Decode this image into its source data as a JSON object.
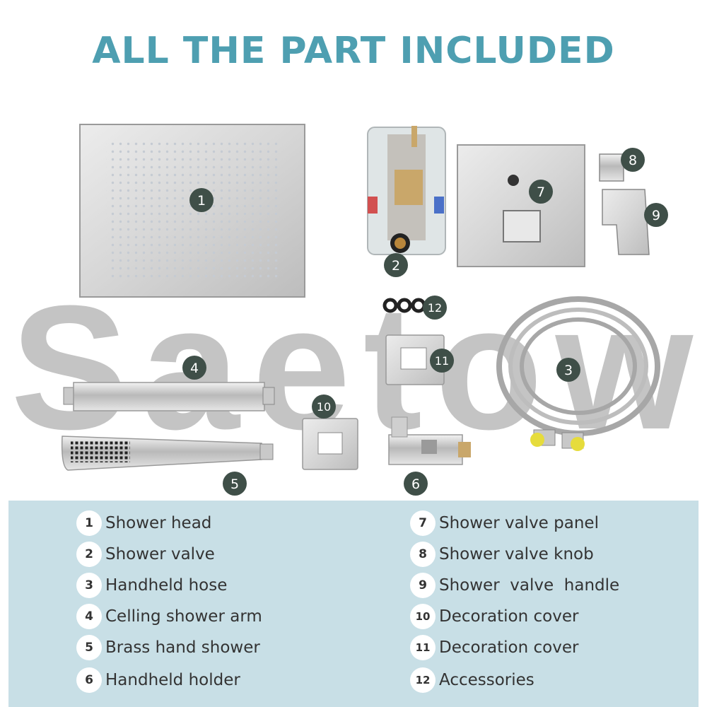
{
  "title": "ALL THE PART INCLUDED",
  "watermark": "Saetow",
  "callouts": [
    "1",
    "2",
    "3",
    "4",
    "5",
    "6",
    "7",
    "8",
    "9",
    "10",
    "11",
    "12"
  ],
  "legend": {
    "left": [
      {
        "num": "1",
        "label": "Shower head"
      },
      {
        "num": "2",
        "label": "Shower valve"
      },
      {
        "num": "3",
        "label": "Handheld hose"
      },
      {
        "num": "4",
        "label": "Celling shower arm"
      },
      {
        "num": "5",
        "label": "Brass hand shower"
      },
      {
        "num": "6",
        "label": "Handheld holder"
      }
    ],
    "right": [
      {
        "num": "7",
        "label": "Shower valve panel"
      },
      {
        "num": "8",
        "label": "Shower valve knob"
      },
      {
        "num": "9",
        "label": "Shower  valve  handle"
      },
      {
        "num": "10",
        "label": "Decoration cover"
      },
      {
        "num": "11",
        "label": "Decoration cover"
      },
      {
        "num": "12",
        "label": "Accessories"
      }
    ]
  },
  "colors": {
    "title": "#4e9fb1",
    "badge": "#3f4f48",
    "legend_bg": "#c8dfe6",
    "watermark": "#c4c4c4",
    "chrome": "#d8d8d8"
  }
}
